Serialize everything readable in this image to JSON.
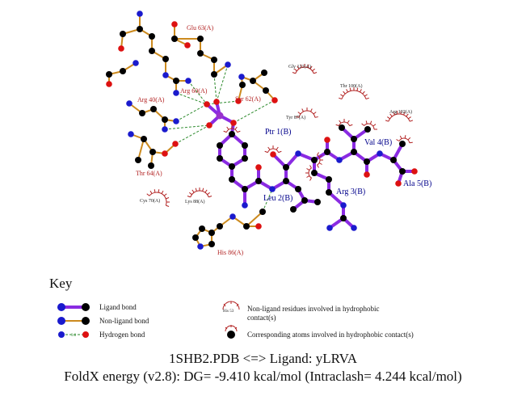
{
  "ligand_residues": [
    "Ptr 1(B)",
    "Leu 2(B)",
    "Arg 3(B)",
    "Val 4(B)",
    "Ala 5(B)"
  ],
  "hbond_residues": [
    "Glu 63(A)",
    "Arg 60(A)",
    "Arg 40(A)",
    "Ser 62(A)",
    "Thr 64(A)",
    "His 86(A)"
  ],
  "hydrophobic_residues": [
    "Gly 121(A)",
    "Thr 100(A)",
    "Tyr 87(A)",
    "Arg 102(A)",
    "Cys 70(A)",
    "Lys 88(A)"
  ],
  "key": {
    "title": "Key",
    "ligand_bond": "Ligand bond",
    "nonligand_bond": "Non-ligand bond",
    "hydrogen_bond": "Hydrogen bond",
    "hbond_distance": "3.0",
    "example_residue": "His 53",
    "nonligand_residues_line1": "Non-ligand residues involved in hydrophobic",
    "nonligand_residues_line2": "contact(s)",
    "corresponding_atoms": "Corresponding atoms involved in hydrophobic contact(s)"
  },
  "footer": {
    "line1": "1SHB2.PDB <=> Ligand: yLRVA",
    "line2": "FoldX energy (v2.8): DG= -9.410 kcal/mol (Intraclash= 4.244 kcal/mol)"
  },
  "colors": {
    "ligand_bond": "#8a2be2",
    "nonligand_bond": "#cc8a1e",
    "hydrogen_bond": "#2e8b2e",
    "carbon": "#000000",
    "nitrogen": "#1a1acd",
    "oxygen": "#dd1111",
    "phosphorus": "#9932cc",
    "hydrophobic": "#b22222"
  }
}
